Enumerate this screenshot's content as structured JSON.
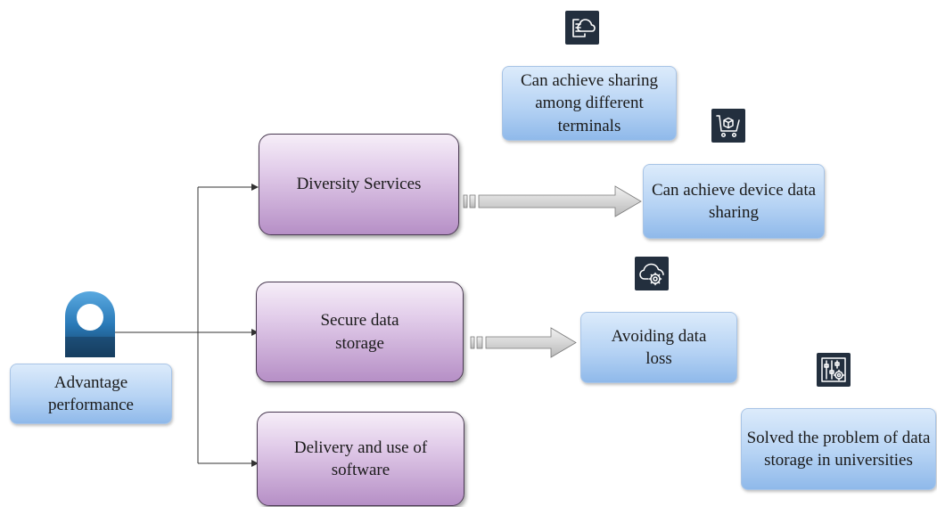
{
  "diagram": {
    "root": {
      "label": "Advantage performance"
    },
    "branches": [
      {
        "label": "Diversity Services"
      },
      {
        "label": "Secure data storage"
      },
      {
        "label": "Delivery and use of software"
      }
    ],
    "outcomes": [
      {
        "label": "Can achieve sharing among different terminals",
        "icon": "cloud-document-icon"
      },
      {
        "label": "Can achieve device data sharing",
        "icon": "cart-cubes-icon"
      },
      {
        "label": "Avoiding data loss",
        "icon": "cloud-gear-icon"
      },
      {
        "label": "Solved the problem of data storage in universities",
        "icon": "sliders-gear-icon"
      }
    ]
  },
  "colors": {
    "icon_bg": "#232f3e",
    "purple_box": "#c9a9d8",
    "blue_box": "#b3d1f3",
    "arrow_fill": "#c8c8c8",
    "person_icon": "#1f5f8b"
  }
}
